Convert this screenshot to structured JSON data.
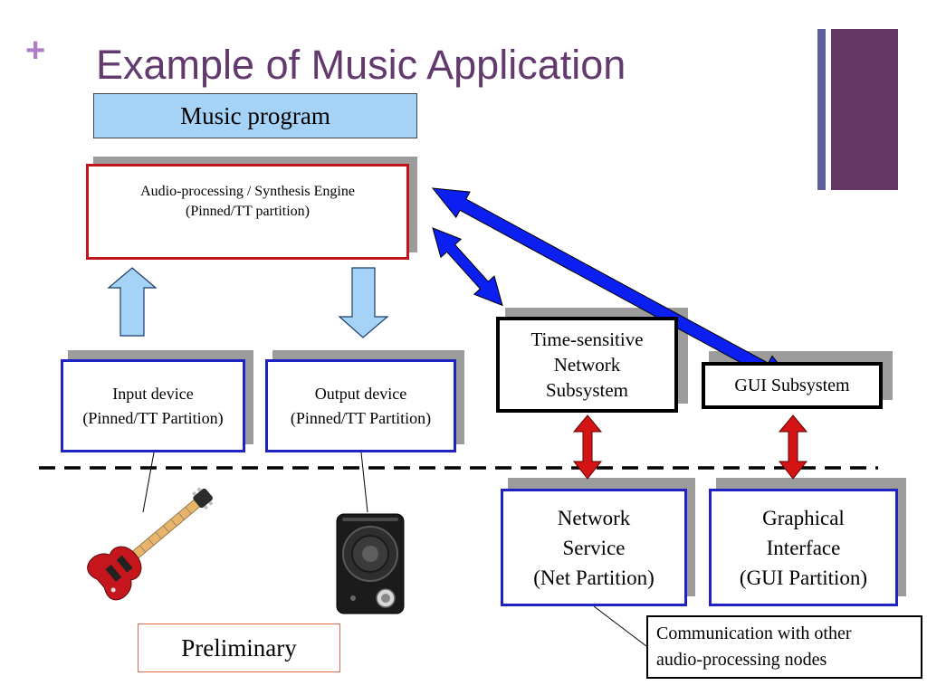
{
  "slide": {
    "plus": "+",
    "title": "Example of Music Application"
  },
  "boxes": {
    "music_program": "Music program",
    "engine_line1": "Audio-processing / Synthesis Engine",
    "engine_line2": "(Pinned/TT partition)",
    "input_line1": "Input device",
    "input_line2": "(Pinned/TT Partition)",
    "output_line1": "Output device",
    "output_line2": "(Pinned/TT Partition)",
    "tsn_line1": "Time-sensitive",
    "tsn_line2": "Network",
    "tsn_line3": "Subsystem",
    "gui_subsystem": "GUI Subsystem",
    "net_line1": "Network",
    "net_line2": "Service",
    "net_line3": "(Net Partition)",
    "gfx_line1": "Graphical",
    "gfx_line2": "Interface",
    "gfx_line3": "(GUI Partition)",
    "preliminary": "Preliminary",
    "comm_line1": "Communication with other",
    "comm_line2": "audio-processing nodes"
  },
  "icons": [
    "guitar-icon",
    "speaker-icon"
  ],
  "colors": {
    "title": "#633a6e",
    "plus": "#b07cc6",
    "engine_border": "#c4141b",
    "partition_border": "#1f23c6",
    "music_program_fill": "#a5d3f7",
    "blue_arrow": "#0a1ff0",
    "red_arrow": "#d41414",
    "light_arrow": "#a5d3f7"
  }
}
